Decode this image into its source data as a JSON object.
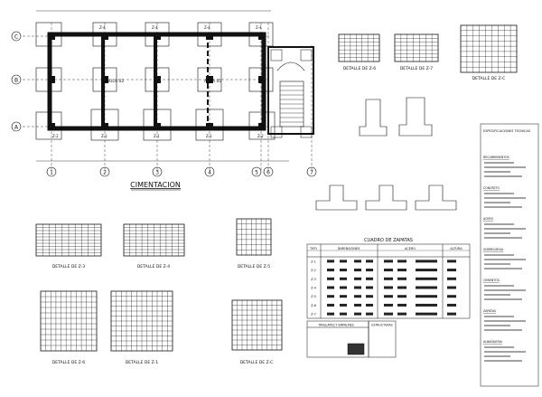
{
  "main_plan": {
    "title": "CIMENTACION",
    "axes_letters": [
      "C",
      "B",
      "A"
    ],
    "axes_numbers": [
      "1",
      "2",
      "3",
      "4",
      "5",
      "6",
      "7"
    ],
    "room_labels": [
      "AULA 02",
      "AULA 01"
    ],
    "footing_labels_top": [
      "Z-4",
      "Z-4",
      "Z-4",
      "Z-4"
    ],
    "footing_labels_bottom": [
      "Z-2",
      "Z-1",
      "Z-1",
      "Z-1",
      "Z-2"
    ]
  },
  "details": {
    "top_row": [
      "DETALLE DE Z-6",
      "DETALLE DE Z-7",
      "DETALLE DE Z-C"
    ],
    "middle_row": [
      "DETALLE DE Z-3",
      "DETALLE DE Z-4",
      "DETALLE DE Z-5"
    ],
    "bottom_row": [
      "DETALLE DE Z-6",
      "DETALLE DE Z-1",
      "DETALLE DE Z-C"
    ]
  },
  "footing_table": {
    "title": "CUADRO DE ZAPATAS",
    "group_headers": [
      "DIMENSIONES",
      "ACERO",
      "ALTURA"
    ],
    "first_col": "TIPO",
    "rows": [
      "Z-1",
      "Z-2",
      "Z-3",
      "Z-4",
      "Z-5",
      "Z-6",
      "Z-7"
    ]
  },
  "notes": {
    "heading": "ESPECIFICACIONES TECNICAS",
    "sections": [
      "RECUBRIMIENTOS",
      "CONCRETO",
      "ACERO",
      "SOBRECARGA",
      "CIMIENTOS",
      "ZAPATAS",
      "ALBAÑILERIA"
    ]
  },
  "title_block": {
    "label": "TRASLAPES Y EMPALMES",
    "stamp": "ESTRUCTURAS"
  }
}
